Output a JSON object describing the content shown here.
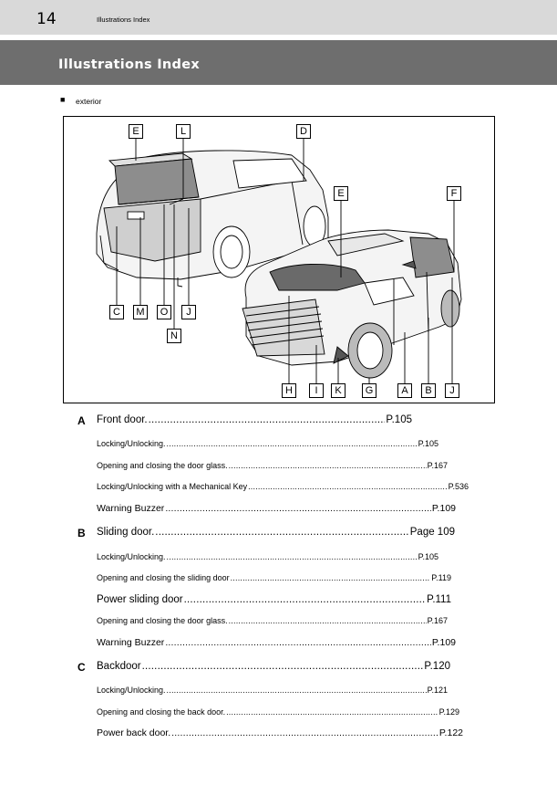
{
  "header": {
    "page_number": "14",
    "running_head": "Illustrations Index"
  },
  "banner": {
    "title": "Illustrations Index"
  },
  "section": {
    "bullet": "■",
    "label": "exterior"
  },
  "figure": {
    "callouts": [
      "E",
      "L",
      "D",
      "E",
      "F",
      "C",
      "M",
      "O",
      "J",
      "N",
      "H",
      "I",
      "K",
      "G",
      "A",
      "B",
      "J"
    ]
  },
  "entries": [
    {
      "letter": "A",
      "text": "Front door.",
      "page": "P.105",
      "size": "big"
    },
    {
      "letter": "",
      "text": "Locking/Unlocking.",
      "page": "P.105",
      "size": "small"
    },
    {
      "letter": "",
      "text": "Opening and closing the door glass.",
      "page": "P.167",
      "size": "small"
    },
    {
      "letter": "",
      "text": "Locking/Unlocking with a Mechanical Key",
      "page": "P.536",
      "size": "small"
    },
    {
      "letter": "",
      "text": "Warning Buzzer",
      "page": "P.109",
      "size": "mid"
    },
    {
      "letter": "B",
      "text": "Sliding door.",
      "page": "Page 109",
      "size": "big"
    },
    {
      "letter": "",
      "text": "Locking/Unlocking.",
      "page": "P.105",
      "size": "small"
    },
    {
      "letter": "",
      "text": "Opening and closing the sliding door",
      "page": "P.119",
      "size": "small"
    },
    {
      "letter": "",
      "text": "Power sliding door",
      "page": "P.111",
      "size": "big"
    },
    {
      "letter": "",
      "text": "Opening and closing the door glass.",
      "page": "P.167",
      "size": "small"
    },
    {
      "letter": "",
      "text": "Warning Buzzer",
      "page": "P.109",
      "size": "mid"
    },
    {
      "letter": "C",
      "text": "Backdoor",
      "page": "P.120",
      "size": "big"
    },
    {
      "letter": "",
      "text": "Locking/Unlocking.",
      "page": "P.121",
      "size": "small"
    },
    {
      "letter": "",
      "text": "Opening and closing the back door.",
      "page": "P.129",
      "size": "small"
    },
    {
      "letter": "",
      "text": "Power back door.",
      "page": "P.122",
      "size": "mid"
    }
  ]
}
